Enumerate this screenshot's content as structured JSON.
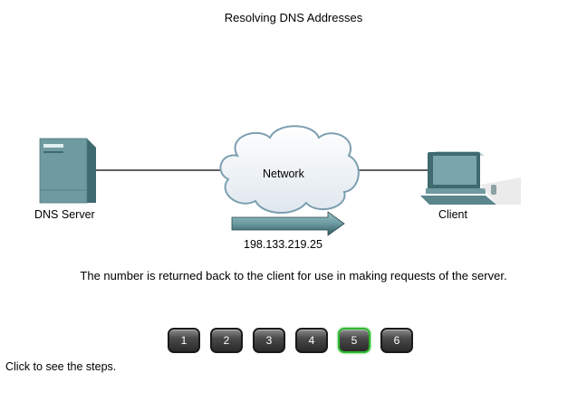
{
  "title": "Resolving DNS Addresses",
  "diagram": {
    "server_label": "DNS Server",
    "client_label": "Client",
    "cloud_label": "Network",
    "ip_address": "198.133.219.25"
  },
  "caption": "The number is returned back to the client for use in making requests of the server.",
  "steps": [
    "1",
    "2",
    "3",
    "4",
    "5",
    "6"
  ],
  "active_step": "5",
  "hint": "Click to see the steps.",
  "colors": {
    "device": "#6f9aa0",
    "arrow": "#5a8a90",
    "active_border": "#2fb82f"
  },
  "icons": [
    "server-icon",
    "network-cloud-icon",
    "computer-icon",
    "right-arrow-icon"
  ]
}
